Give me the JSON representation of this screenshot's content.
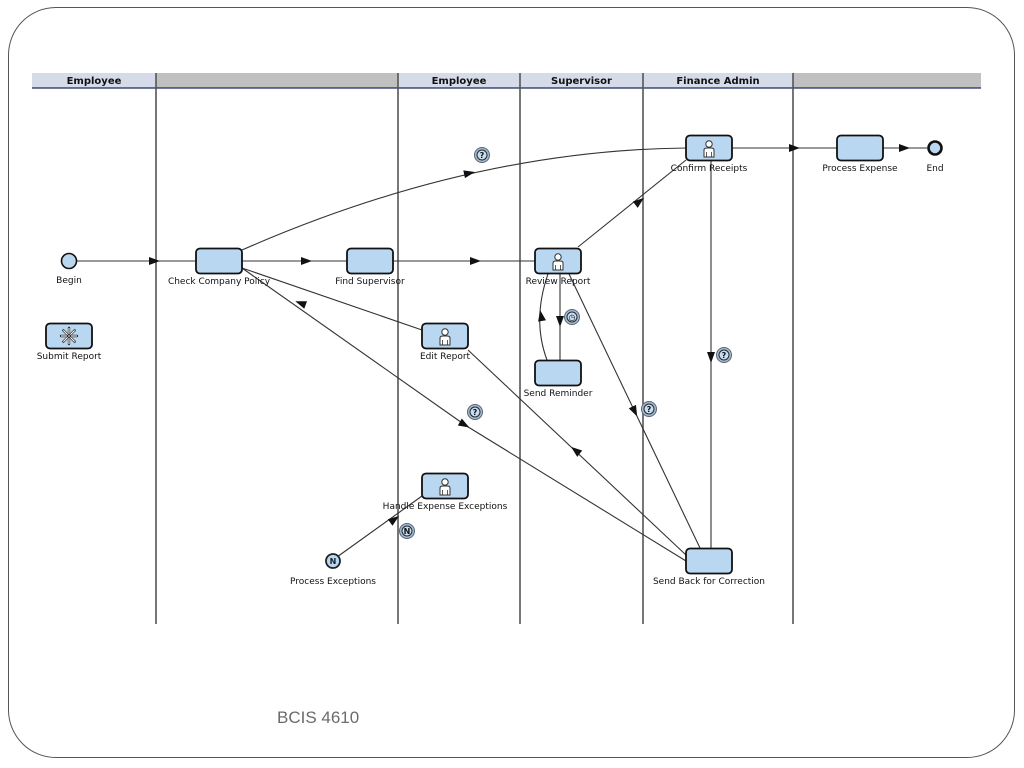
{
  "diagram": {
    "lanes": [
      {
        "label": "Employee",
        "header_color": "#d6dbe9"
      },
      {
        "label": "",
        "header_color": "#c0c0c0"
      },
      {
        "label": "Employee",
        "header_color": "#d6dbe9"
      },
      {
        "label": "Supervisor",
        "header_color": "#d6dbe9"
      },
      {
        "label": "Finance Admin",
        "header_color": "#d6dbe9"
      },
      {
        "label": "",
        "header_color": "#c0c0c0"
      }
    ],
    "colors": {
      "task_fill": "#b9d7f1",
      "task_stroke": "#111111",
      "lane_line": "#555555",
      "header_underline": "#1c2a5e",
      "flow_line": "#333333"
    },
    "nodes": [
      {
        "id": "begin",
        "type": "start-event",
        "label": "Begin"
      },
      {
        "id": "submit",
        "type": "task-trigger",
        "label": "Submit Report"
      },
      {
        "id": "check",
        "type": "task",
        "label": "Check Company Policy"
      },
      {
        "id": "find",
        "type": "task",
        "label": "Find Supervisor"
      },
      {
        "id": "edit",
        "type": "user-task",
        "label": "Edit Report"
      },
      {
        "id": "handle",
        "type": "user-task",
        "label": "Handle Expense Exceptions"
      },
      {
        "id": "procexc",
        "type": "exception-event",
        "label": "Process Exceptions"
      },
      {
        "id": "review",
        "type": "user-task",
        "label": "Review Report"
      },
      {
        "id": "remind",
        "type": "task",
        "label": "Send Reminder"
      },
      {
        "id": "confirm",
        "type": "user-task",
        "label": "Confirm Receipts"
      },
      {
        "id": "sendback",
        "type": "task",
        "label": "Send Back for Correction"
      },
      {
        "id": "process",
        "type": "task",
        "label": "Process Expense"
      },
      {
        "id": "end",
        "type": "end-event",
        "label": "End"
      }
    ],
    "flows": [
      {
        "from": "begin",
        "to": "check"
      },
      {
        "from": "check",
        "to": "find"
      },
      {
        "from": "find",
        "to": "review"
      },
      {
        "from": "check",
        "to": "confirm",
        "condition": "question-icon"
      },
      {
        "from": "check",
        "to": "sendback",
        "condition": "question-icon"
      },
      {
        "from": "edit",
        "to": "check"
      },
      {
        "from": "sendback",
        "to": "edit"
      },
      {
        "from": "review",
        "to": "confirm"
      },
      {
        "from": "review",
        "to": "remind",
        "condition": "clock-icon"
      },
      {
        "from": "remind",
        "to": "review"
      },
      {
        "from": "review",
        "to": "sendback",
        "condition": "question-icon"
      },
      {
        "from": "confirm",
        "to": "sendback",
        "condition": "question-icon"
      },
      {
        "from": "confirm",
        "to": "process"
      },
      {
        "from": "process",
        "to": "end"
      },
      {
        "from": "procexc",
        "to": "handle",
        "condition": "exception-icon"
      }
    ]
  },
  "footer": {
    "text": "BCIS 4610"
  }
}
